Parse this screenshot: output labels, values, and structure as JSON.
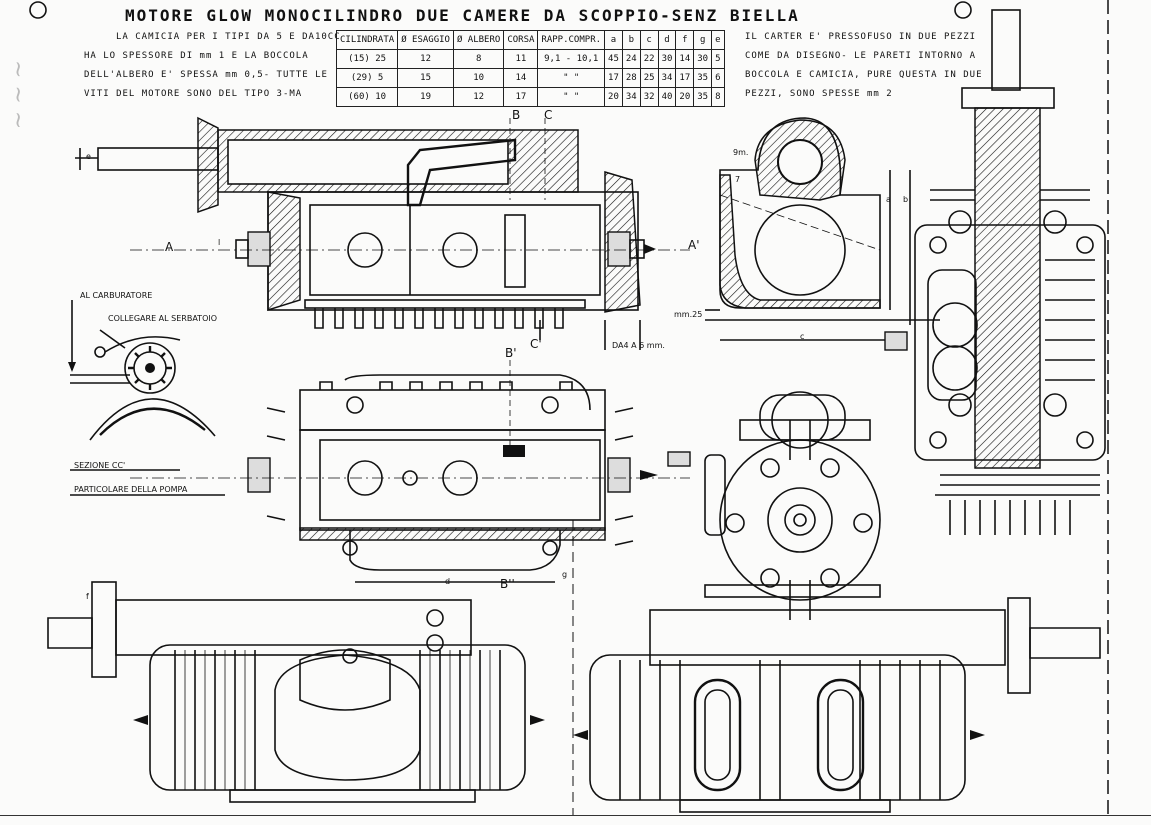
{
  "title": "MOTORE GLOW MONOCILINDRO DUE CAMERE DA SCOPPIO-SENZ BIELLA",
  "notes_left": [
    "LA CAMICIA PER I TIPI DA 5 E DA10CC",
    "HA LO SPESSORE DI mm 1 E LA BOCCOLA",
    "DELL'ALBERO E' SPESSA mm 0,5- TUTTE LE",
    "VITI DEL MOTORE SONO DEL TIPO 3-MA"
  ],
  "notes_right": [
    "IL CARTER E' PRESSOFUSO IN DUE PEZZI",
    "COME DA DISEGNO- LE PARETI INTORNO A",
    "BOCCOLA E CAMICIA, PURE QUESTA IN DUE",
    "PEZZI, SONO SPESSE  mm 2"
  ],
  "table": {
    "headers": [
      "CILINDRATA",
      "Ø ESAGGIO",
      "Ø ALBERO",
      "CORSA",
      "RAPP.COMPR.",
      "a",
      "b",
      "c",
      "d",
      "f",
      "g",
      "e"
    ],
    "rows": [
      [
        "(15) 25",
        "12",
        "8",
        "11",
        "9,1 - 10,1",
        "45",
        "24",
        "22",
        "30",
        "14",
        "30",
        "5"
      ],
      [
        "(29) 5",
        "15",
        "10",
        "14",
        "\"  \"",
        "17",
        "28",
        "25",
        "34",
        "17",
        "35",
        "6"
      ],
      [
        "(60) 10",
        "19",
        "12",
        "17",
        "\"  \"",
        "20",
        "34",
        "32",
        "40",
        "20",
        "35",
        "8"
      ]
    ]
  },
  "labels": {
    "b": "B",
    "c": "C",
    "a": "A",
    "a_prime": "A'",
    "c_prime": "C'",
    "b_prime": "B'",
    "b_dblprime": "B''",
    "d": "d",
    "g": "g",
    "e": "e",
    "f": "f",
    "l": "l",
    "a_small": "a",
    "b_small": "b",
    "c_small": "c",
    "al_carburatore": "AL CARBURATORE",
    "collegare": "COLLEGARE AL SERBATOIO",
    "sezione": "SEZIONE CC'",
    "particolare": "PARTICOLARE DELLA POMPA",
    "mm25": "mm.25",
    "da4a6": "DA4 A 6 mm.",
    "nine_mm": "9m.",
    "seven": "7"
  }
}
